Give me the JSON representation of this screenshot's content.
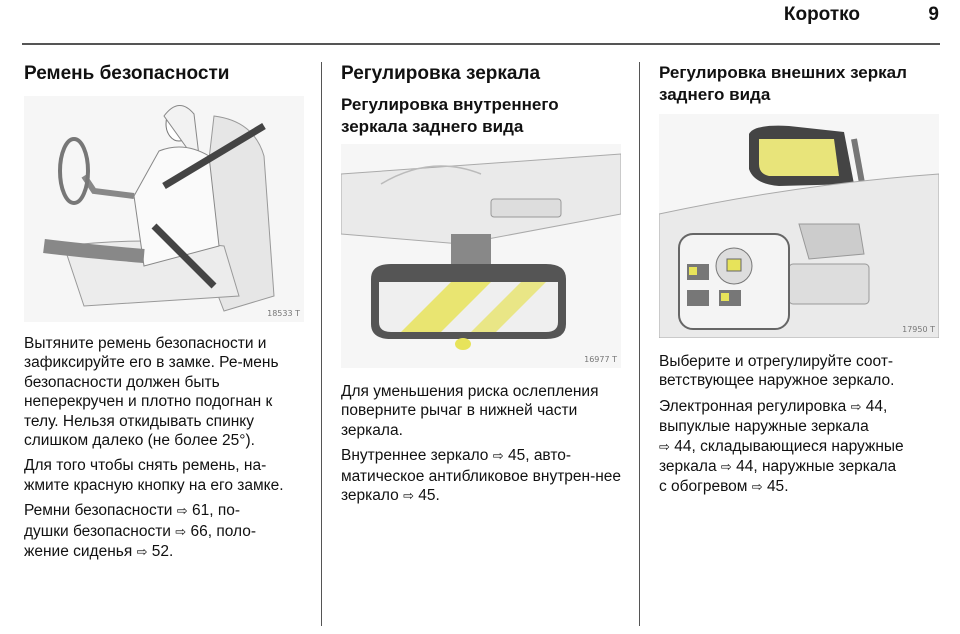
{
  "header": {
    "title": "Коротко",
    "page_number": "9"
  },
  "columns": [
    {
      "heading": "Ремень безопасности",
      "figure": {
        "code": "18533 T",
        "icon": "driver-seatbelt-illustration"
      },
      "paragraphs": [
        "Вытяните ремень безопасности и зафиксируйте его в замке. Ре-мень безопасности должен быть неперекручен и плотно подогнан к телу. Нельзя откидывать спинку слишком далеко (не более 25°).",
        "Для того чтобы снять ремень, на-жмите красную кнопку на его замке."
      ],
      "refs": [
        {
          "text": "Ремни безопасности",
          "page": "61",
          "sep": ", по-"
        },
        {
          "text": "душки безопасности",
          "page": "66",
          "sep": ", поло-"
        },
        {
          "text": "жение сиденья",
          "page": "52",
          "sep": "."
        }
      ]
    },
    {
      "heading": "Регулировка зеркала",
      "subheading": "Регулировка внутреннего зеркала заднего вида",
      "figure": {
        "code": "16977 T",
        "icon": "interior-mirror-illustration"
      },
      "paragraphs": [
        "Для уменьшения риска ослепления поверните рычаг в нижней части зеркала."
      ],
      "refs": [
        {
          "text": "Внутреннее зеркало",
          "page": "45",
          "sep": ", авто-"
        },
        {
          "text": "матическое антибликовое внутрен-нее зеркало",
          "page": "45",
          "sep": "."
        }
      ]
    },
    {
      "heading": "Регулировка внешних зеркал заднего вида",
      "figure": {
        "code": "17950 T",
        "icon": "exterior-mirror-control-illustration"
      },
      "paragraphs": [
        "Выберите и отрегулируйте соот-ветствующее наружное зеркало."
      ],
      "refs": [
        {
          "text": "Электронная регулировка",
          "page": "44",
          "sep": ","
        },
        {
          "text": "выпуклые наружные зеркала",
          "page": "44",
          "sep": ", складывающиеся наружные"
        },
        {
          "text": "зеркала",
          "page": "44",
          "sep": ", наружные зеркала"
        },
        {
          "text": "с обогревом",
          "page": "45",
          "sep": "."
        }
      ],
      "ref_symbol": "⇨"
    }
  ]
}
